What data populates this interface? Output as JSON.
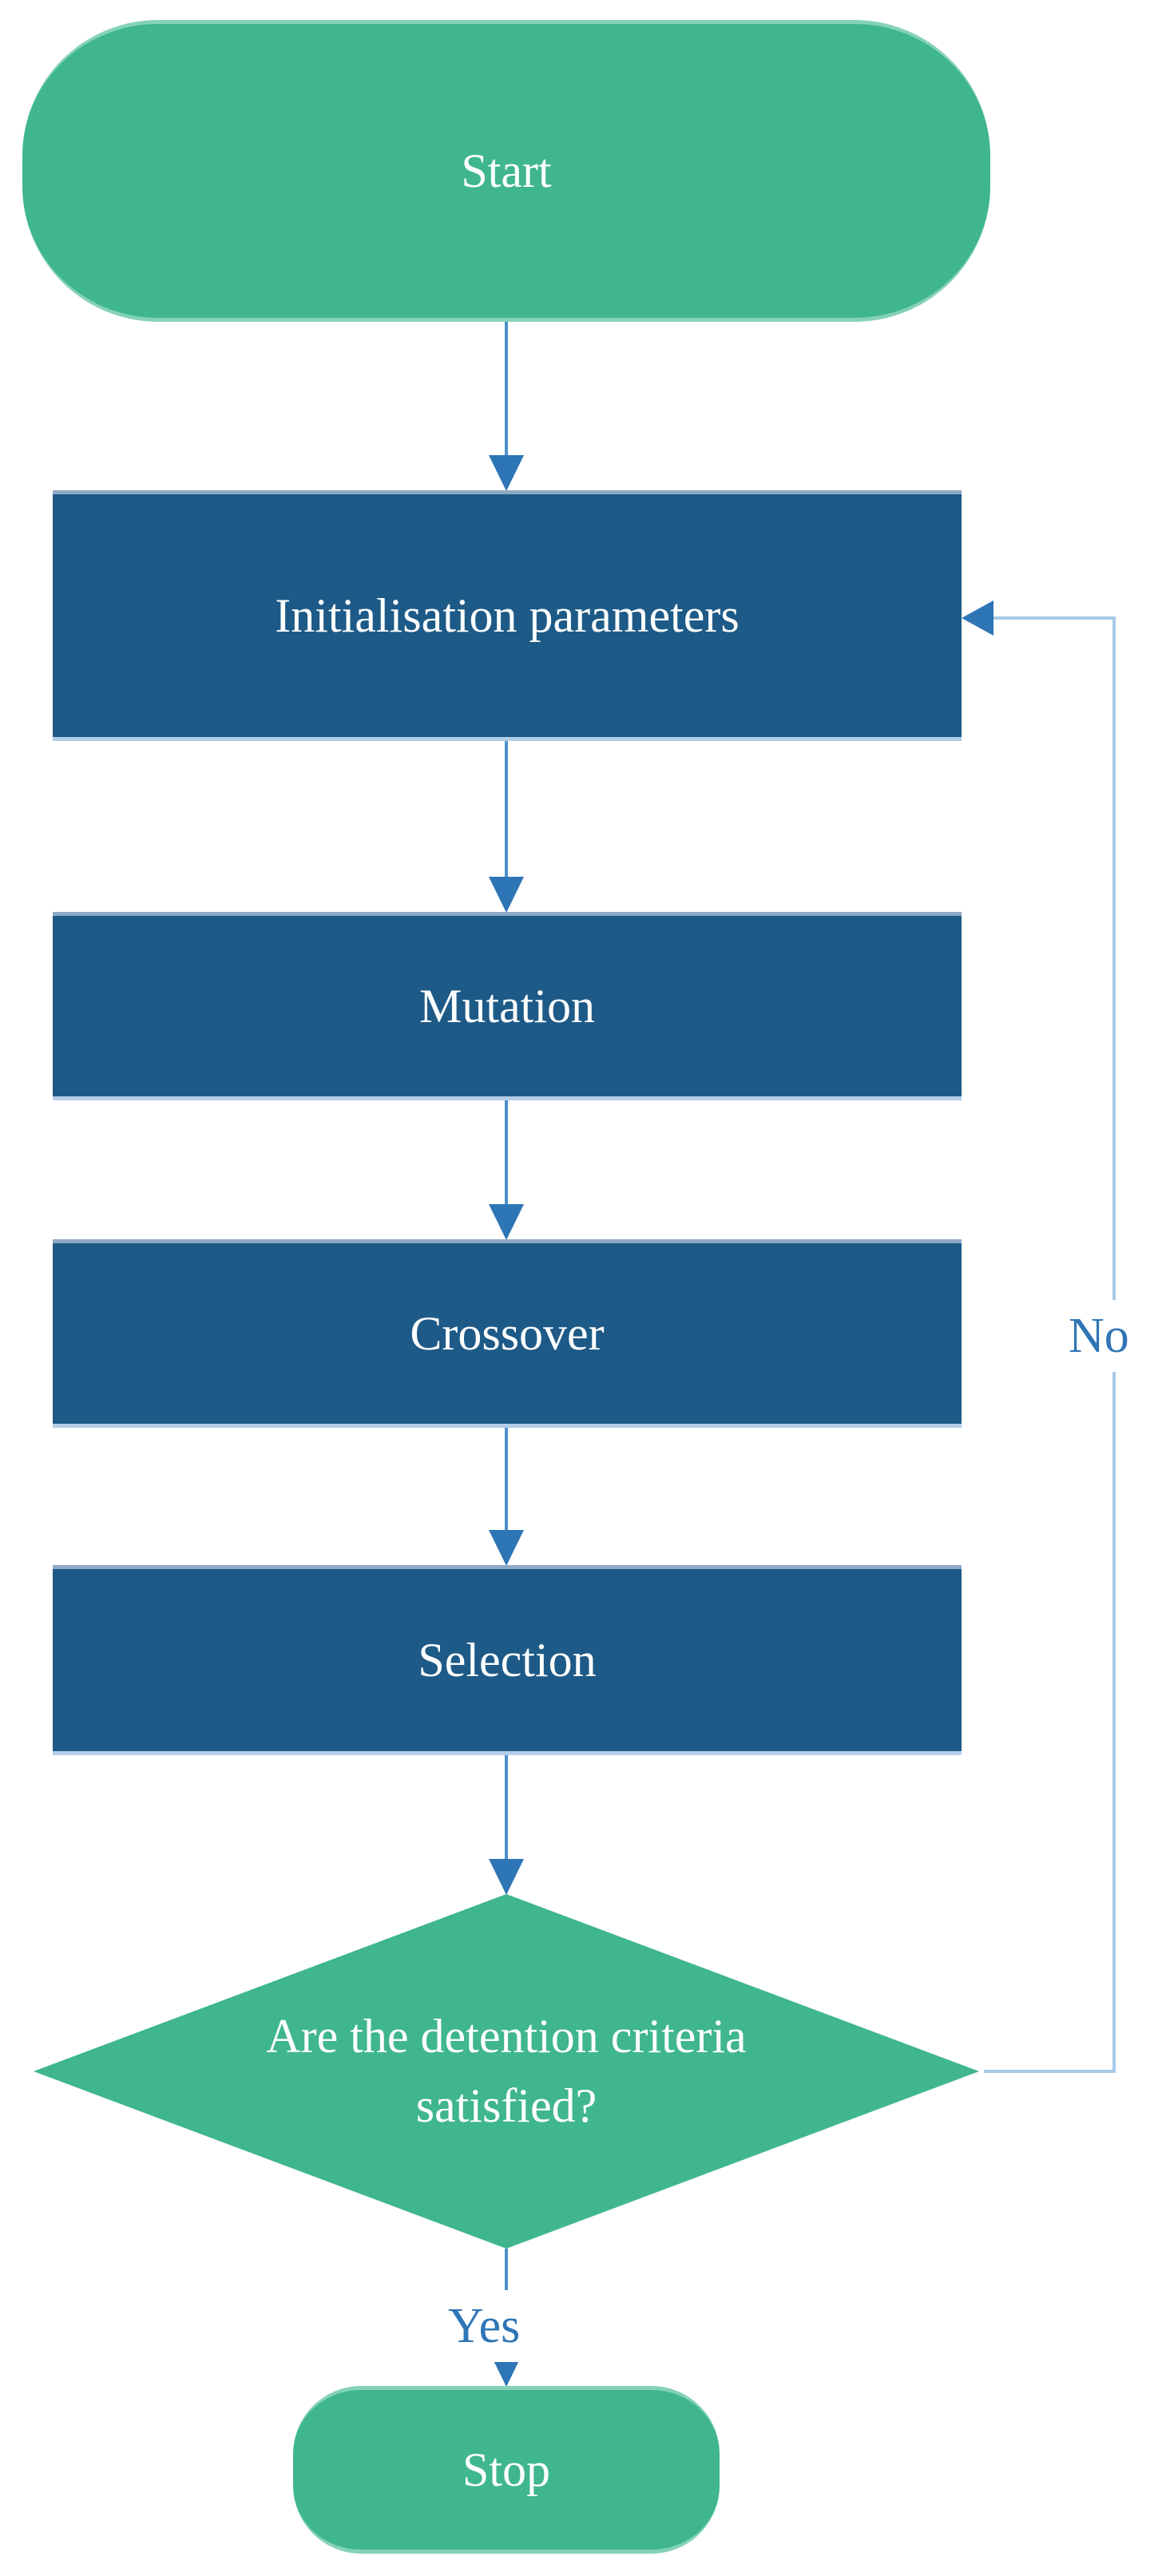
{
  "nodes": {
    "start": "Start",
    "initialisation": "Initialisation parameters",
    "mutation": "Mutation",
    "crossover": "Crossover",
    "selection": "Selection",
    "decision": "Are the detention criteria satisfied?",
    "stop": "Stop"
  },
  "edges": {
    "yes_label": "Yes",
    "no_label": "No"
  },
  "colors": {
    "background": "#ffffff",
    "green_fill": "#3FB68E",
    "green_edge": "#85D2B8",
    "process_fill": "#1E5A87",
    "process_edge_top": "#8EA9C4",
    "process_edge_bottom": "#B3CDE8",
    "connector": "#4D8FCC",
    "arrowhead": "#2E75B6",
    "loop_line": "#A6C9E8",
    "edge_label": "#2E75B6",
    "node_text": "#FDFEFE"
  }
}
